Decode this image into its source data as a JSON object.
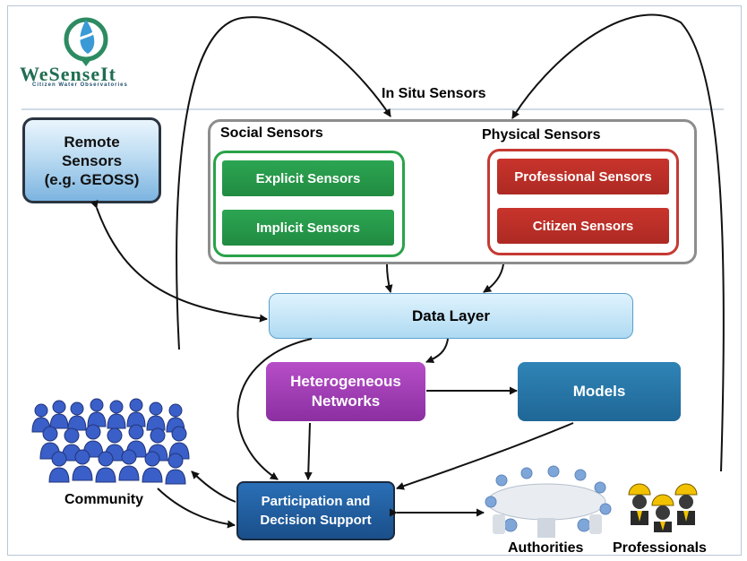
{
  "logo": {
    "word": "WeSenseIt",
    "subtitle": "Citizen Water Observatories"
  },
  "in_situ": {
    "title": "In Situ Sensors",
    "social": {
      "title": "Social Sensors",
      "explicit": "Explicit Sensors",
      "implicit": "Implicit Sensors"
    },
    "physical": {
      "title": "Physical Sensors",
      "professional": "Professional Sensors",
      "citizen": "Citizen Sensors"
    }
  },
  "remote": {
    "line1": "Remote",
    "line2": "Sensors",
    "line3": "(e.g. GEOSS)"
  },
  "data_layer": "Data Layer",
  "hetero": {
    "line1": "Heterogeneous",
    "line2": "Networks"
  },
  "models": "Models",
  "participation": {
    "line1": "Participation and",
    "line2": "Decision Support"
  },
  "labels": {
    "community": "Community",
    "authorities": "Authorities",
    "professionals": "Professionals"
  },
  "colors": {
    "social_group_border": "#2aa24a",
    "social_button": "#239846",
    "physical_group_border": "#c53a33",
    "physical_button": "#bb2f28",
    "data_layer": "#bfe5f8",
    "hetero": "#9e3cb4",
    "models": "#2676a9",
    "participation": "#235fa0",
    "remote": "#a9d1ef",
    "community_people": "#3a5fc8"
  },
  "icons": [
    "water-drop-logo-icon",
    "people-crowd-icon",
    "conference-table-icon",
    "hard-hat-workers-icon"
  ]
}
